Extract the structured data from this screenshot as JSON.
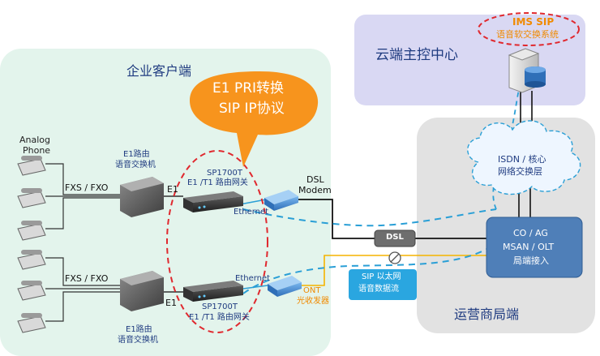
{
  "zones": {
    "enterprise": "企业客户端",
    "cloud": "云端主控中心",
    "carrier": "运营商局端"
  },
  "callout": {
    "line1": "E1 PRI转换",
    "line2": "SIP  IP协议"
  },
  "ims": {
    "line1": "IMS SIP",
    "line2": "语音软交换系统"
  },
  "isdn_cloud": {
    "line1": "ISDN / 核心",
    "line2": "网络交换层"
  },
  "co_box": {
    "line1": "CO / AG",
    "line2": "MSAN / OLT",
    "line3": "局端接入"
  },
  "phone_label": {
    "line1": "Analog",
    "line2": "Phone"
  },
  "top": {
    "pbx_line1": "E1路由",
    "pbx_line2": "语音交换机",
    "fxs": "FXS / FXO",
    "e1": "E1",
    "gw_line1": "SP1700T",
    "gw_line2": "E1 /T1 路由网关",
    "ethernet": "Ethernet",
    "modem_line1": "DSL",
    "modem_line2": "Modem"
  },
  "bottom": {
    "fxs": "FXS / FXO",
    "e1": "E1",
    "ethernet": "Ethernet",
    "gw_line1": "SP1700T",
    "gw_line2": "E1 /T1 路由网关",
    "ont_line1": "ONT",
    "ont_line2": "光收发器",
    "pbx_line1": "E1路由",
    "pbx_line2": "语音交换机"
  },
  "dsl_box": "DSL",
  "sip_box": {
    "line1": "SIP 以太网",
    "line2": "语音数据流"
  },
  "colors": {
    "enterprise_bg": "#e3f4ec",
    "cloud_bg": "#d9d8f3",
    "carrier_bg": "#e2e2e2",
    "callout": "#f7941d",
    "co_box": "#4f7fb8",
    "dashed_red": "#e0282e",
    "dashed_blue": "#2a9fd6",
    "orange_line": "#f5b400"
  },
  "icons": [
    "phone-icon",
    "pbx-icon",
    "gateway-icon",
    "modem-icon",
    "server-icon",
    "database-icon",
    "fiber-icon"
  ]
}
